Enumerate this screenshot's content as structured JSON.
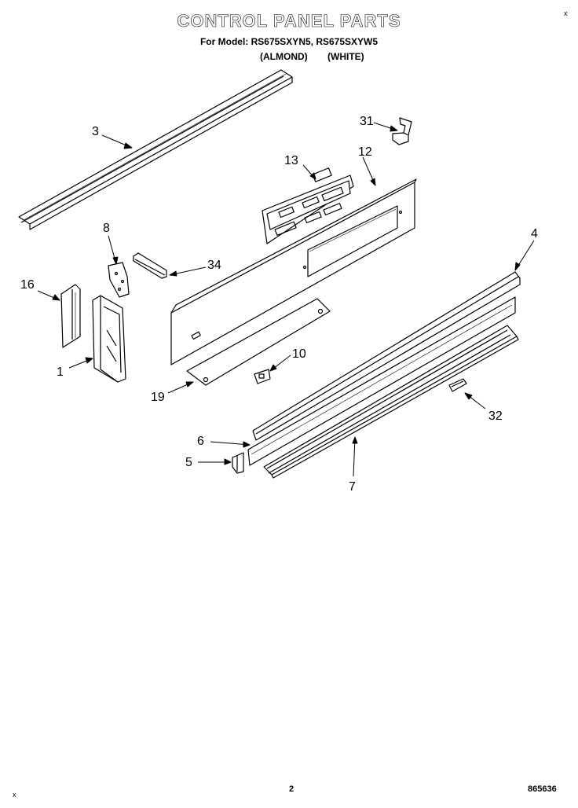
{
  "header": {
    "title": "CONTROL PANEL PARTS",
    "model_line": "For Model: RS675SXYN5, RS675SXYW5",
    "variant_almond": "(ALMOND)",
    "variant_white": "(WHITE)"
  },
  "callouts": {
    "p1": "1",
    "p3": "3",
    "p4": "4",
    "p5": "5",
    "p6": "6",
    "p7": "7",
    "p8": "8",
    "p10": "10",
    "p12": "12",
    "p13": "13",
    "p16": "16",
    "p19": "19",
    "p31": "31",
    "p32": "32",
    "p34": "34"
  },
  "footer": {
    "page_number": "2",
    "doc_number": "865636",
    "corner_mark_top": "x",
    "corner_mark_bottom": "x"
  }
}
